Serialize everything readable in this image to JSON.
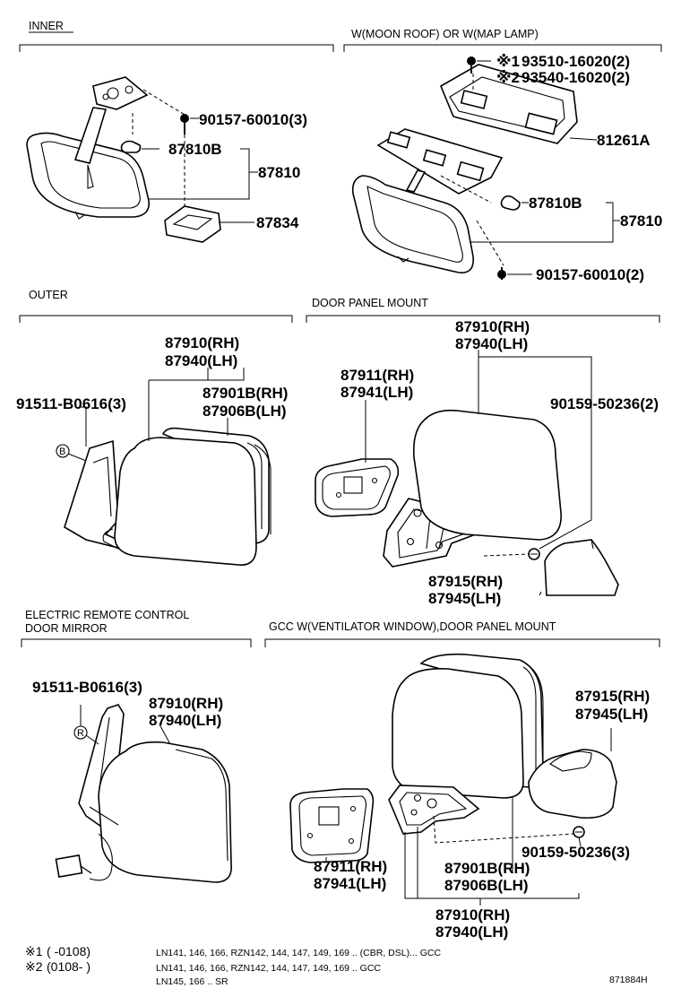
{
  "sections": {
    "inner": "INNER",
    "moon_roof": "W(MOON ROOF) OR W(MAP LAMP)",
    "outer": "OUTER",
    "door_panel": "DOOR PANEL MOUNT",
    "electric_1": "ELECTRIC REMOTE CONTROL",
    "electric_2": "DOOR MIRROR",
    "gcc": "GCC W(VENTILATOR WINDOW),DOOR PANEL MOUNT"
  },
  "inner_labels": {
    "screw": "90157-60010(3)",
    "bulb": "87810B",
    "assy": "87810",
    "lens": "87834"
  },
  "moon_labels": {
    "mark1": "※1",
    "mark2": "※2",
    "screw1": "93510-16020(2)",
    "screw2": "93540-16020(2)",
    "cover": "81261A",
    "bulb": "87810B",
    "assy": "87810",
    "screw": "90157-60010(2)"
  },
  "outer_labels": {
    "mirror_rh": "87910(RH)",
    "mirror_lh": "87940(LH)",
    "glass_rh": "87901B(RH)",
    "glass_lh": "87906B(LH)",
    "screw": "91511-B0616(3)",
    "ref_b": "B"
  },
  "door_labels": {
    "mirror_rh": "87910(RH)",
    "mirror_lh": "87940(LH)",
    "pad_rh": "87911(RH)",
    "pad_lh": "87941(LH)",
    "screw": "90159-50236(2)",
    "cover_rh": "87915(RH)",
    "cover_lh": "87945(LH)"
  },
  "electric_labels": {
    "screw": "91511-B0616(3)",
    "mirror_rh": "87910(RH)",
    "mirror_lh": "87940(LH)",
    "ref_r": "R"
  },
  "gcc_labels": {
    "cover_rh": "87915(RH)",
    "cover_lh": "87945(LH)",
    "screw": "90159-50236(3)",
    "pad_rh": "87911(RH)",
    "pad_lh": "87941(LH)",
    "glass_rh": "87901B(RH)",
    "glass_lh": "87906B(LH)",
    "mirror_rh": "87910(RH)",
    "mirror_lh": "87940(LH)"
  },
  "notes": {
    "n1_mark": "※1",
    "n1_range": "(      -0108)",
    "n1_text": "LN141, 146, 166, RZN142, 144, 147, 149, 169 .. (CBR, DSL)... GCC",
    "n2_mark": "※2",
    "n2_range": "(0108-       )",
    "n2_text": "LN141, 146, 166, RZN142, 144, 147, 149, 169 .. GCC",
    "n3_text": "LN145, 166 .. SR",
    "code": "871884H"
  }
}
